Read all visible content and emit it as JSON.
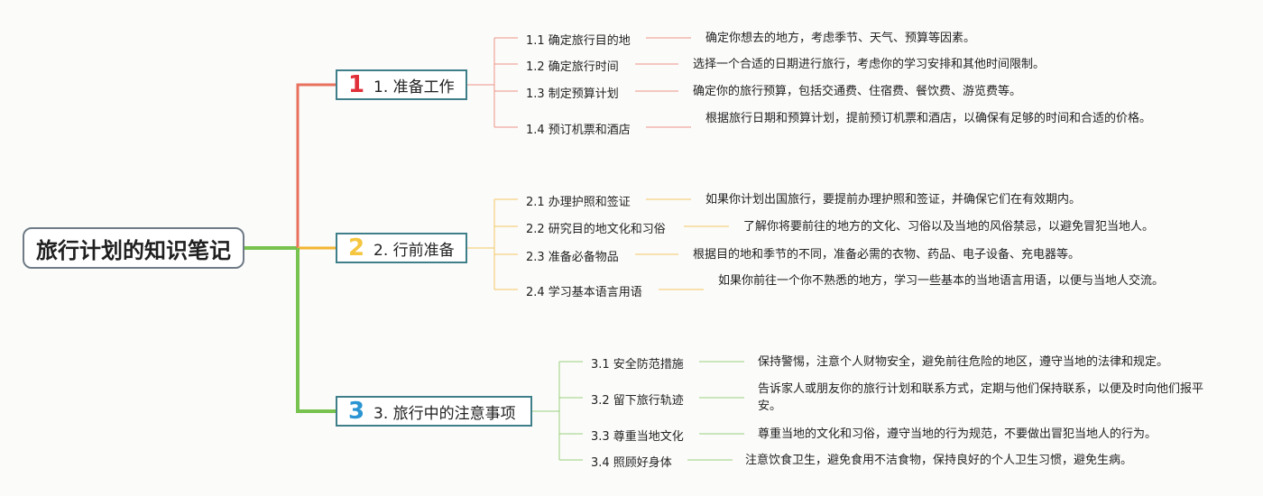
{
  "root": {
    "title": "旅行计划的知识笔记"
  },
  "colors": {
    "b1": "#e8725f",
    "b2": "#f2b632",
    "b3": "#78c24f",
    "box_border": "#3f7f8a"
  },
  "branches": [
    {
      "number": "1",
      "label": "1. 准备工作",
      "items": [
        {
          "title": "1.1 确定旅行目的地",
          "desc": "确定你想去的地方，考虑季节、天气、预算等因素。"
        },
        {
          "title": "1.2 确定旅行时间",
          "desc": "选择一个合适的日期进行旅行，考虑你的学习安排和其他时间限制。"
        },
        {
          "title": "1.3 制定预算计划",
          "desc": "确定你的旅行预算，包括交通费、住宿费、餐饮费、游览费等。"
        },
        {
          "title": "1.4 预订机票和酒店",
          "desc": "根据旅行日期和预算计划，提前预订机票和酒店，以确保有足够的时间和合适的价格。"
        }
      ]
    },
    {
      "number": "2",
      "label": "2. 行前准备",
      "items": [
        {
          "title": "2.1 办理护照和签证",
          "desc": "如果你计划出国旅行，要提前办理护照和签证，并确保它们在有效期内。"
        },
        {
          "title": "2.2 研究目的地文化和习俗",
          "desc": "了解你将要前往的地方的文化、习俗以及当地的风俗禁忌，以避免冒犯当地人。"
        },
        {
          "title": "2.3 准备必备物品",
          "desc": "根据目的地和季节的不同，准备必需的衣物、药品、电子设备、充电器等。"
        },
        {
          "title": "2.4 学习基本语言用语",
          "desc": "如果你前往一个你不熟悉的地方，学习一些基本的当地语言用语，以便与当地人交流。"
        }
      ]
    },
    {
      "number": "3",
      "label": "3. 旅行中的注意事项",
      "items": [
        {
          "title": "3.1 安全防范措施",
          "desc": "保持警惕，注意个人财物安全，避免前往危险的地区，遵守当地的法律和规定。"
        },
        {
          "title": "3.2 留下旅行轨迹",
          "desc": "告诉家人或朋友你的旅行计划和联系方式，定期与他们保持联系，以便及时向他们报平安。"
        },
        {
          "title": "3.3 尊重当地文化",
          "desc": "尊重当地的文化和习俗，遵守当地的行为规范，不要做出冒犯当地人的行为。"
        },
        {
          "title": "3.4 照顾好身体",
          "desc": "注意饮食卫生，避免食用不洁食物，保持良好的个人卫生习惯，避免生病。"
        }
      ]
    }
  ]
}
